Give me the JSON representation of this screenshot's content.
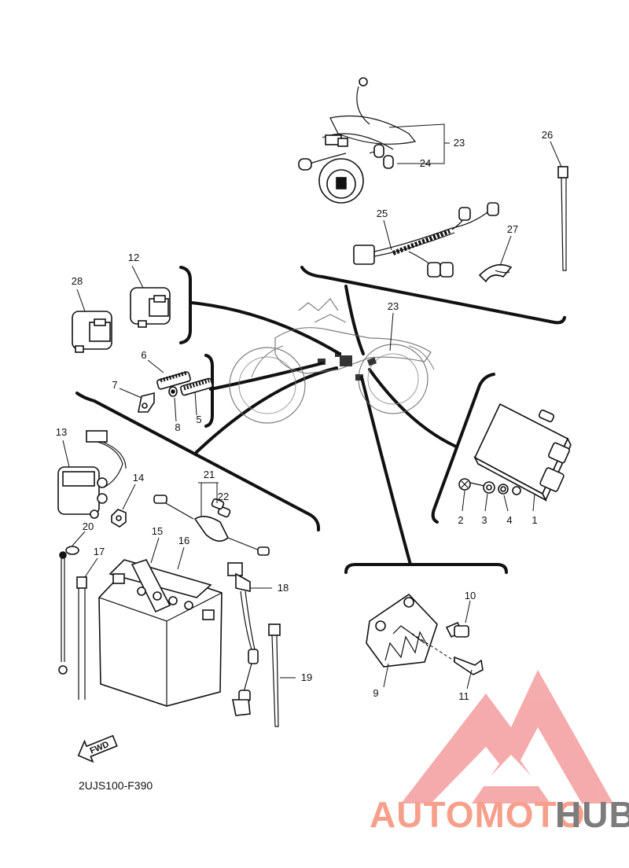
{
  "diagram": {
    "callouts": [
      {
        "id": "c1",
        "label": "1"
      },
      {
        "id": "c2",
        "label": "2"
      },
      {
        "id": "c3",
        "label": "3"
      },
      {
        "id": "c4",
        "label": "4"
      },
      {
        "id": "c5",
        "label": "5"
      },
      {
        "id": "c6",
        "label": "6"
      },
      {
        "id": "c7",
        "label": "7"
      },
      {
        "id": "c8",
        "label": "8"
      },
      {
        "id": "c9",
        "label": "9"
      },
      {
        "id": "c10",
        "label": "10"
      },
      {
        "id": "c11",
        "label": "11"
      },
      {
        "id": "c12",
        "label": "12"
      },
      {
        "id": "c13",
        "label": "13"
      },
      {
        "id": "c14",
        "label": "14"
      },
      {
        "id": "c15",
        "label": "15"
      },
      {
        "id": "c16",
        "label": "16"
      },
      {
        "id": "c17",
        "label": "17"
      },
      {
        "id": "c18",
        "label": "18"
      },
      {
        "id": "c19",
        "label": "19"
      },
      {
        "id": "c20",
        "label": "20"
      },
      {
        "id": "c21",
        "label": "21"
      },
      {
        "id": "c22",
        "label": "22"
      },
      {
        "id": "c23a",
        "label": "23"
      },
      {
        "id": "c23b",
        "label": "23"
      },
      {
        "id": "c24",
        "label": "24"
      },
      {
        "id": "c25",
        "label": "25"
      },
      {
        "id": "c26",
        "label": "26"
      },
      {
        "id": "c27",
        "label": "27"
      },
      {
        "id": "c28",
        "label": "28"
      }
    ],
    "fwd_label": "FWD",
    "diagram_code": "2UJS100-F390"
  },
  "watermark": {
    "part1": "AUTOMOTO",
    "part2": "HUB",
    "color_primary": "#f6a08c",
    "color_secondary": "#7c7c7c",
    "logo_color": "#f4a3a3"
  }
}
